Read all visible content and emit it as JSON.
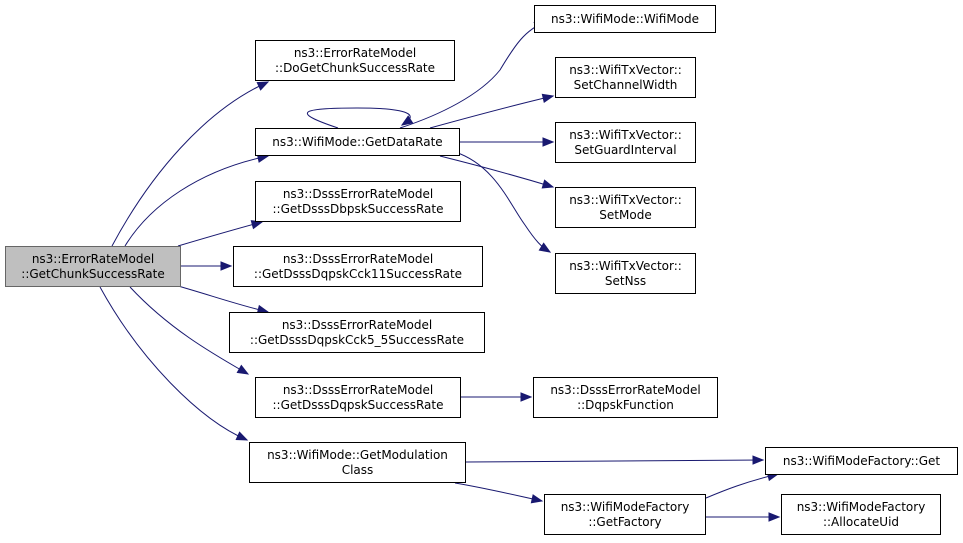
{
  "diagram": {
    "nodes": [
      {
        "id": "n0",
        "lines": [
          "ns3::ErrorRateModel",
          "::GetChunkSuccessRate"
        ],
        "root": true
      },
      {
        "id": "n1",
        "lines": [
          "ns3::ErrorRateModel",
          "::DoGetChunkSuccessRate"
        ]
      },
      {
        "id": "n2",
        "lines": [
          "ns3::WifiMode::GetDataRate"
        ]
      },
      {
        "id": "n3",
        "lines": [
          "ns3::DsssErrorRateModel",
          "::GetDsssDbpskSuccessRate"
        ]
      },
      {
        "id": "n4",
        "lines": [
          "ns3::DsssErrorRateModel",
          "::GetDsssDqpskCck11SuccessRate"
        ]
      },
      {
        "id": "n5",
        "lines": [
          "ns3::DsssErrorRateModel",
          "::GetDsssDqpskCck5_5SuccessRate"
        ]
      },
      {
        "id": "n6",
        "lines": [
          "ns3::DsssErrorRateModel",
          "::GetDsssDqpskSuccessRate"
        ]
      },
      {
        "id": "n7",
        "lines": [
          "ns3::WifiMode::GetModulation",
          "Class"
        ]
      },
      {
        "id": "n8",
        "lines": [
          "ns3::WifiMode::WifiMode"
        ]
      },
      {
        "id": "n9",
        "lines": [
          "ns3::WifiTxVector::",
          "SetChannelWidth"
        ]
      },
      {
        "id": "n10",
        "lines": [
          "ns3::WifiTxVector::",
          "SetGuardInterval"
        ]
      },
      {
        "id": "n11",
        "lines": [
          "ns3::WifiTxVector::",
          "SetMode"
        ]
      },
      {
        "id": "n12",
        "lines": [
          "ns3::WifiTxVector::",
          "SetNss"
        ]
      },
      {
        "id": "n13",
        "lines": [
          "ns3::DsssErrorRateModel",
          "::DqpskFunction"
        ]
      },
      {
        "id": "n14",
        "lines": [
          "ns3::WifiModeFactory::Get"
        ]
      },
      {
        "id": "n15",
        "lines": [
          "ns3::WifiModeFactory",
          "::GetFactory"
        ]
      },
      {
        "id": "n16",
        "lines": [
          "ns3::WifiModeFactory",
          "::AllocateUid"
        ]
      }
    ],
    "edges": [
      {
        "from": "n0",
        "to": "n1"
      },
      {
        "from": "n0",
        "to": "n2"
      },
      {
        "from": "n0",
        "to": "n3"
      },
      {
        "from": "n0",
        "to": "n4"
      },
      {
        "from": "n0",
        "to": "n5"
      },
      {
        "from": "n0",
        "to": "n6"
      },
      {
        "from": "n0",
        "to": "n7"
      },
      {
        "from": "n2",
        "to": "n2"
      },
      {
        "from": "n2",
        "to": "n8"
      },
      {
        "from": "n2",
        "to": "n9"
      },
      {
        "from": "n2",
        "to": "n10"
      },
      {
        "from": "n2",
        "to": "n11"
      },
      {
        "from": "n2",
        "to": "n12"
      },
      {
        "from": "n6",
        "to": "n13"
      },
      {
        "from": "n7",
        "to": "n14"
      },
      {
        "from": "n7",
        "to": "n15"
      },
      {
        "from": "n15",
        "to": "n14"
      },
      {
        "from": "n15",
        "to": "n16"
      }
    ],
    "colors": {
      "edge": "#191970",
      "root_fill": "#bfbfbf",
      "node_fill": "#ffffff"
    }
  }
}
